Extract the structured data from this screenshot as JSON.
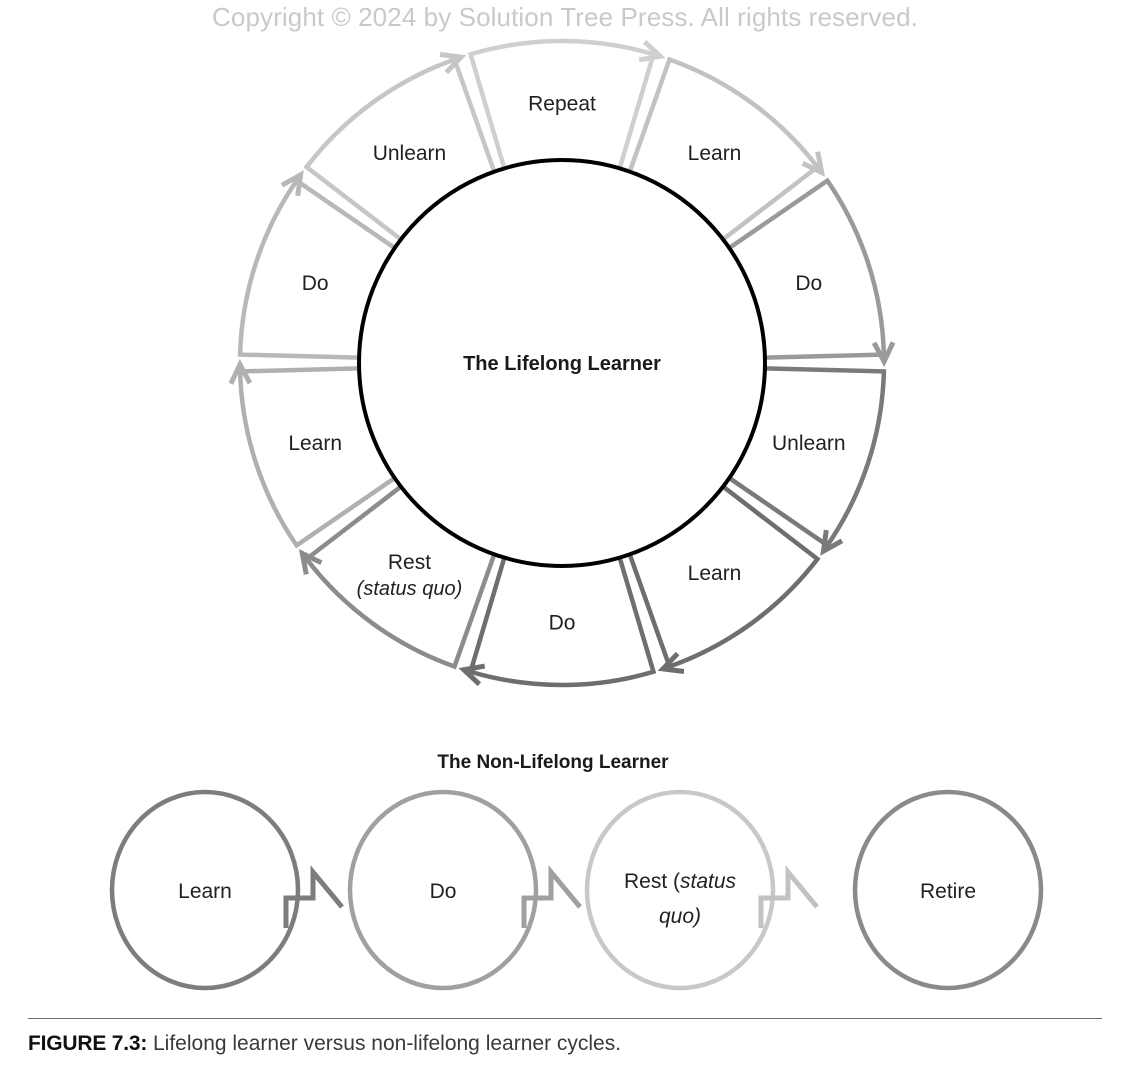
{
  "page": {
    "copyright": "Copyright © 2024 by Solution Tree Press. All rights reserved."
  },
  "figure": {
    "label": "FIGURE 7.3:",
    "caption": " Lifelong learner versus non-lifelong learner cycles."
  },
  "lifelong_wheel": {
    "center_title": "The Lifelong Learner",
    "segments": [
      {
        "label": "Repeat",
        "sub": "",
        "color": "#cfcfcf"
      },
      {
        "label": "Learn",
        "sub": "",
        "color": "#c2c2c2"
      },
      {
        "label": "Do",
        "sub": "",
        "color": "#9a9a9a"
      },
      {
        "label": "Unlearn",
        "sub": "",
        "color": "#7a7a7a"
      },
      {
        "label": "Learn",
        "sub": "",
        "color": "#6e6e6e"
      },
      {
        "label": "Do",
        "sub": "",
        "color": "#6e6e6e"
      },
      {
        "label": "Rest",
        "sub": "(status quo)",
        "color": "#8c8c8c"
      },
      {
        "label": "Learn",
        "sub": "",
        "color": "#b0b0b0"
      },
      {
        "label": "Do",
        "sub": "",
        "color": "#b8b8b8"
      },
      {
        "label": "Unlearn",
        "sub": "",
        "color": "#c6c6c6"
      }
    ],
    "center_circle_color": "#000000"
  },
  "non_lifelong_chain": {
    "title": "The Non-Lifelong Learner",
    "nodes": [
      {
        "label": "Learn",
        "sub": "",
        "color": "#7d7d7d"
      },
      {
        "label": "Do",
        "sub": "",
        "color": "#a0a0a0"
      },
      {
        "label": "Rest (status",
        "sub": "quo)",
        "color": "#c8c8c8"
      },
      {
        "label": "Retire",
        "sub": "",
        "color": "#8a8a8a"
      }
    ],
    "arrow_colors": [
      "#7d7d7d",
      "#a0a0a0",
      "#c2c2c2"
    ]
  },
  "chart_data": {
    "type": "diagram",
    "title": "Lifelong learner versus non-lifelong learner cycles",
    "cycles": [
      {
        "name": "The Lifelong Learner",
        "shape": "ring",
        "direction": "clockwise",
        "steps": [
          "Repeat",
          "Learn",
          "Do",
          "Unlearn",
          "Learn",
          "Do",
          "Rest (status quo)",
          "Learn",
          "Do",
          "Unlearn"
        ]
      },
      {
        "name": "The Non-Lifelong Learner",
        "shape": "linear",
        "direction": "left-to-right",
        "steps": [
          "Learn",
          "Do",
          "Rest (status quo)",
          "Retire"
        ]
      }
    ]
  }
}
